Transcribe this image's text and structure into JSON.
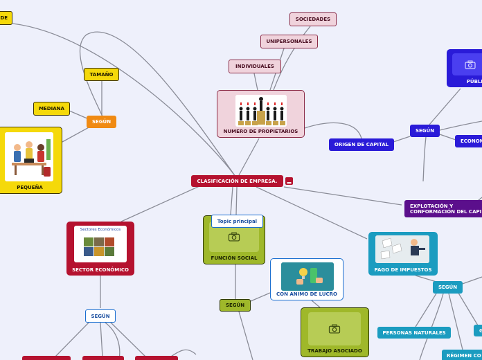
{
  "nodes": {
    "top_left_partial": "DE",
    "tamano": "TAMAÑO",
    "mediana": "MEDIANA",
    "segun_orange": "SEGÚN",
    "pequena": "PEQUEÑA",
    "individuales": "INDIVIDUALES",
    "unipersonales": "UNIPERSONALES",
    "sociedades": "SOCIEDADES",
    "numero_propietarios": "NUMERO DE PROPIETARIOS",
    "origen_capital": "ORIGEN DE CAPITAL",
    "segun_blue": "SEGÚN",
    "publica_partial": "PÚBLI",
    "economica_partial": "ECONOM",
    "central": "CLASIFICACIÓN DE EMPRESA.",
    "explotacion_line1": "EXPLOTACIÓN Y",
    "explotacion_line2": "CONFORMACIÓN DEL CAPI",
    "sector_image_title": "Sectores Económicos",
    "sector_economico": "SECTOR ECONÓMICO",
    "topic_principal": "Topic principal",
    "funcion_social": "FUNCIÓN SOCIAL",
    "pago_impuestos": "PAGO DE IMPUESTOS",
    "segun_teal": "SEGÚN",
    "personas_naturales": "PERSONAS NATURALES",
    "g_partial": "G",
    "regimen_partial": "RÉGIMEN CO",
    "con_animo_lucro": "CON ANIMO DE LUCRO",
    "trabajo_asociado": "TRABAJO ASOCIADO",
    "segun_olive": "SEGÚN",
    "segun_white": "SEGÚN"
  },
  "icons": {
    "camera": "camera-icon",
    "notes": "notes-icon"
  },
  "colors": {
    "background": "#eef0fb",
    "connector": "#8a8c97",
    "central": "#b5122f",
    "size_branch": "#f5d90a",
    "owner_branch": "#f0d3dc",
    "capital_branch": "#2a1bd8",
    "tax_branch": "#1b9cc0",
    "social_branch": "#9fb82a"
  }
}
